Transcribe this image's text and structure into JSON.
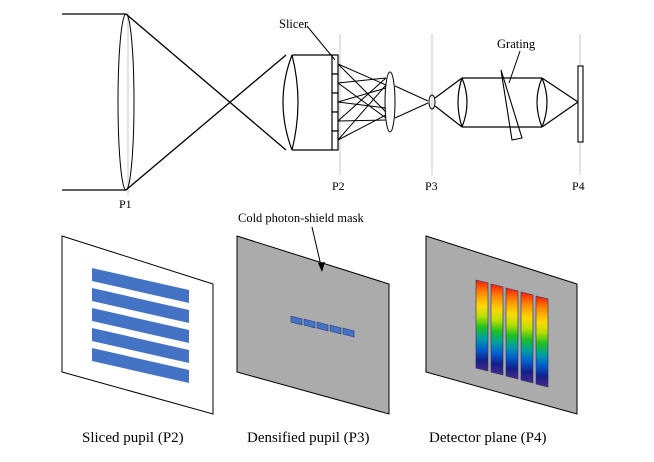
{
  "optics": {
    "plane_labels": {
      "p1": "P1",
      "p2": "P2",
      "p3": "P3",
      "p4": "P4"
    },
    "component_labels": {
      "slicer": "Slicer",
      "grating": "Grating"
    }
  },
  "panels": {
    "sliced_pupil": {
      "caption": "Sliced pupil (P2)",
      "slice_count": 5
    },
    "densified_pupil": {
      "caption": "Densified pupil (P3)",
      "mask_label": "Cold photon-shield mask",
      "segment_count": 5
    },
    "detector_plane": {
      "caption": "Detector plane (P4)",
      "spectrum_count": 5
    }
  },
  "colors": {
    "line": "#000000",
    "plane_guide": "#c8c8c8",
    "slice_fill": "#4472c4",
    "panel_gray": "#ababab",
    "spectrum_gradient": [
      "#ff1a00",
      "#ff8c00",
      "#ffd700",
      "#b8e000",
      "#20c020",
      "#00a0a0",
      "#0060d0",
      "#10208a",
      "#4b2a8a"
    ]
  }
}
